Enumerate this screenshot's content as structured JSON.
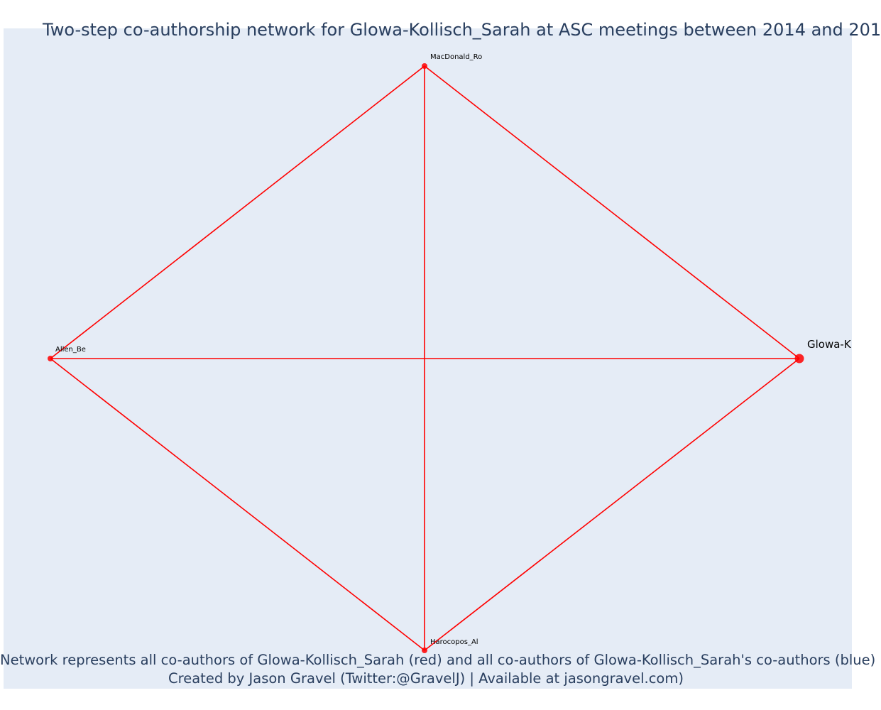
{
  "title": "Two-step co-authorship network for Glowa-Kollisch_Sarah at ASC meetings between 2014 and 201",
  "footer": {
    "line1": "Network represents all co-authors of Glowa-Kollisch_Sarah (red) and all co-authors of Glowa-Kollisch_Sarah's co-authors (blue)",
    "line2": "Created by Jason Gravel (Twitter:@GravelJ) | Available at jasongravel.com)"
  },
  "colors": {
    "plot_background": "#e5ecf6",
    "edge": "#ff0000",
    "node": "#ff0000",
    "text": "#2a3f5f"
  },
  "nodes": [
    {
      "id": "MacDonald_Ro",
      "label": "MacDonald_Ro",
      "role": "co-author",
      "color": "red"
    },
    {
      "id": "Allen_Be",
      "label": "Allen_Be",
      "role": "co-author",
      "color": "red"
    },
    {
      "id": "Glowa-Kollisch_Sarah",
      "label": "Glowa-K",
      "role": "focal",
      "color": "red"
    },
    {
      "id": "Harocopos_Al",
      "label": "Harocopos_Al",
      "role": "co-author",
      "color": "red"
    }
  ],
  "edges": [
    {
      "source": "MacDonald_Ro",
      "target": "Allen_Be"
    },
    {
      "source": "MacDonald_Ro",
      "target": "Glowa-Kollisch_Sarah"
    },
    {
      "source": "MacDonald_Ro",
      "target": "Harocopos_Al"
    },
    {
      "source": "Allen_Be",
      "target": "Glowa-Kollisch_Sarah"
    },
    {
      "source": "Allen_Be",
      "target": "Harocopos_Al"
    },
    {
      "source": "Glowa-Kollisch_Sarah",
      "target": "Harocopos_Al"
    }
  ]
}
